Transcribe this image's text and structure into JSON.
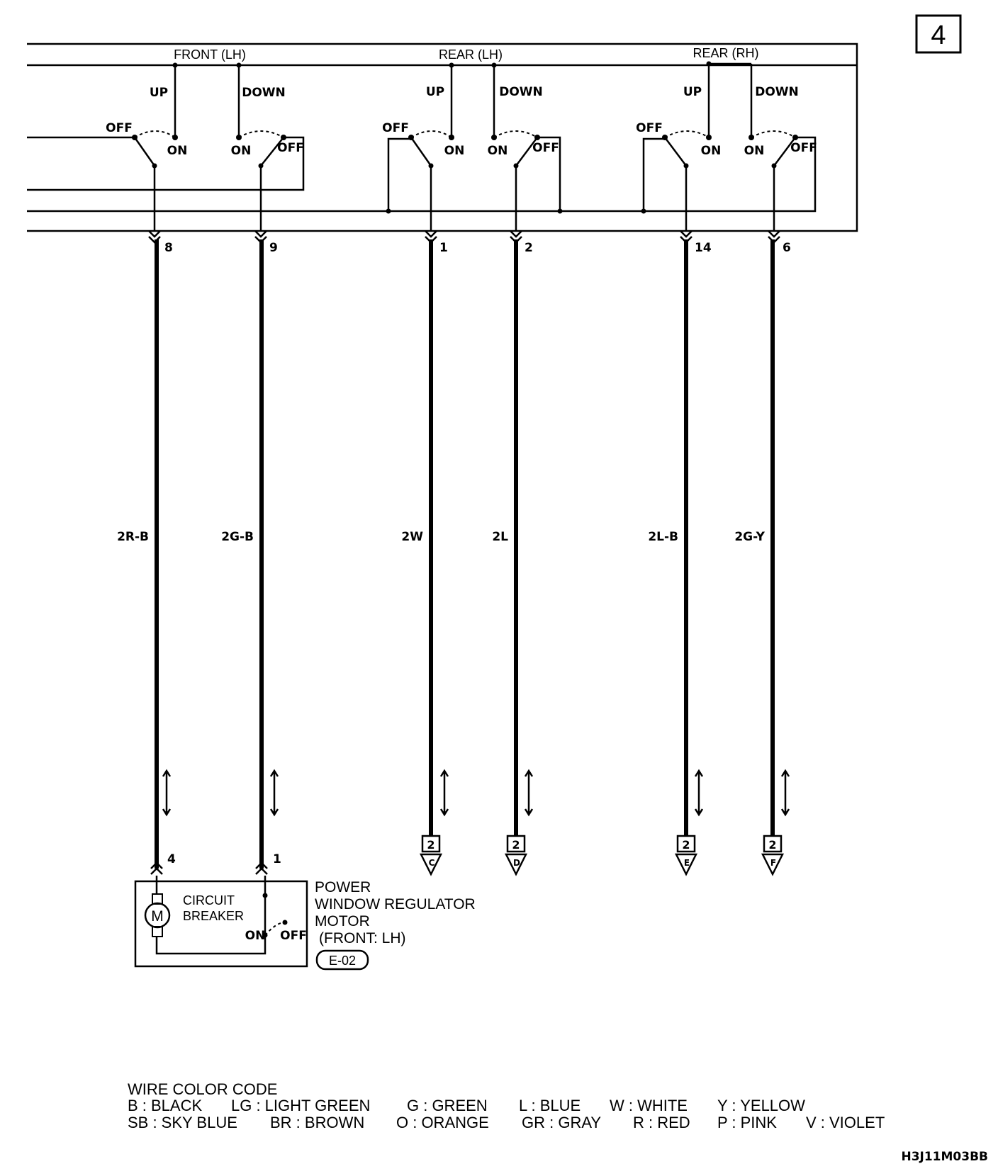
{
  "page_number": "4",
  "switch_groups": [
    {
      "name": "FRONT (LH)",
      "up": "UP",
      "down": "DOWN"
    },
    {
      "name": "REAR (LH)",
      "up": "UP",
      "down": "DOWN"
    },
    {
      "name": "REAR (RH)",
      "up": "UP",
      "down": "DOWN"
    }
  ],
  "contact_labels": {
    "on": "ON",
    "off": "OFF"
  },
  "wires": [
    {
      "pin_top": "8",
      "color": "2R-B",
      "pin_bottom": "4"
    },
    {
      "pin_top": "9",
      "color": "2G-B",
      "pin_bottom": "1"
    },
    {
      "pin_top": "1",
      "color": "2W",
      "connector": "2",
      "ref": "C"
    },
    {
      "pin_top": "2",
      "color": "2L",
      "connector": "2",
      "ref": "D"
    },
    {
      "pin_top": "14",
      "color": "2L-B",
      "connector": "2",
      "ref": "E"
    },
    {
      "pin_top": "6",
      "color": "2G-Y",
      "connector": "2",
      "ref": "F"
    }
  ],
  "motor": {
    "symbol": "M",
    "breaker_line1": "CIRCUIT",
    "breaker_line2": "BREAKER",
    "breaker_on": "ON",
    "breaker_off": "OFF",
    "title_lines": [
      "POWER",
      "WINDOW REGULATOR",
      "MOTOR",
      "(FRONT: LH)"
    ],
    "connector_ref": "E-02"
  },
  "legend": {
    "title": "WIRE COLOR CODE",
    "row1": [
      "B : BLACK",
      "LG : LIGHT GREEN",
      "G : GREEN",
      "L : BLUE",
      "W : WHITE",
      "Y : YELLOW"
    ],
    "row2": [
      "SB : SKY BLUE",
      "BR : BROWN",
      "O : ORANGE",
      "GR : GRAY",
      "R : RED",
      "P : PINK",
      "V : VIOLET"
    ]
  },
  "figure_code": "H3J11M03BB"
}
